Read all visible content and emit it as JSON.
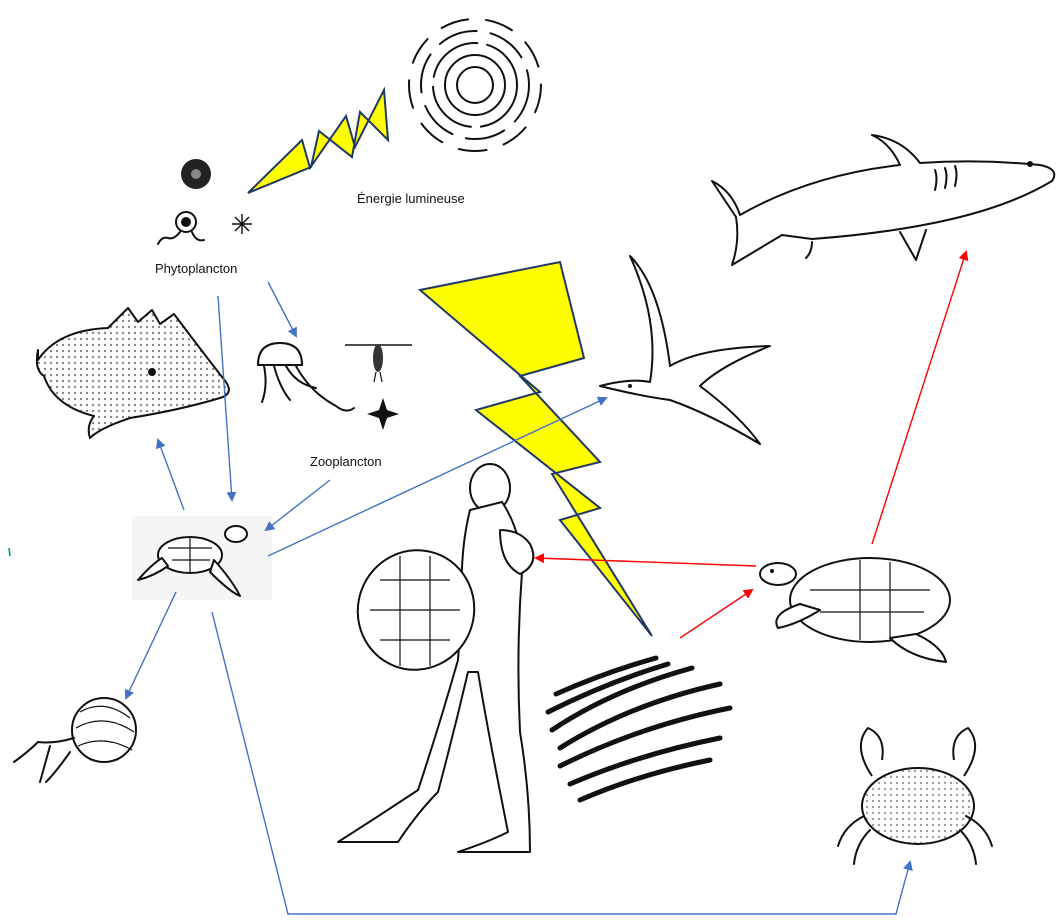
{
  "labels": {
    "light": "Énergie lumineuse",
    "phyto": "Phytoplancton",
    "zoo": "Zooplancton"
  },
  "colors": {
    "blue_arrow": "#4472c4",
    "red_arrow": "#ff0000",
    "bolt_fill": "#ffff00",
    "bolt_stroke": "#1f3864"
  },
  "icons": [
    "sun-icon",
    "shark-icon",
    "seabird-icon",
    "grouper-icon",
    "jellyfish-icon",
    "copepod-icon",
    "juvenile-turtle-icon",
    "adult-turtle-icon",
    "diver-icon",
    "seagrass-icon",
    "hermit-crab-icon",
    "crab-icon"
  ]
}
